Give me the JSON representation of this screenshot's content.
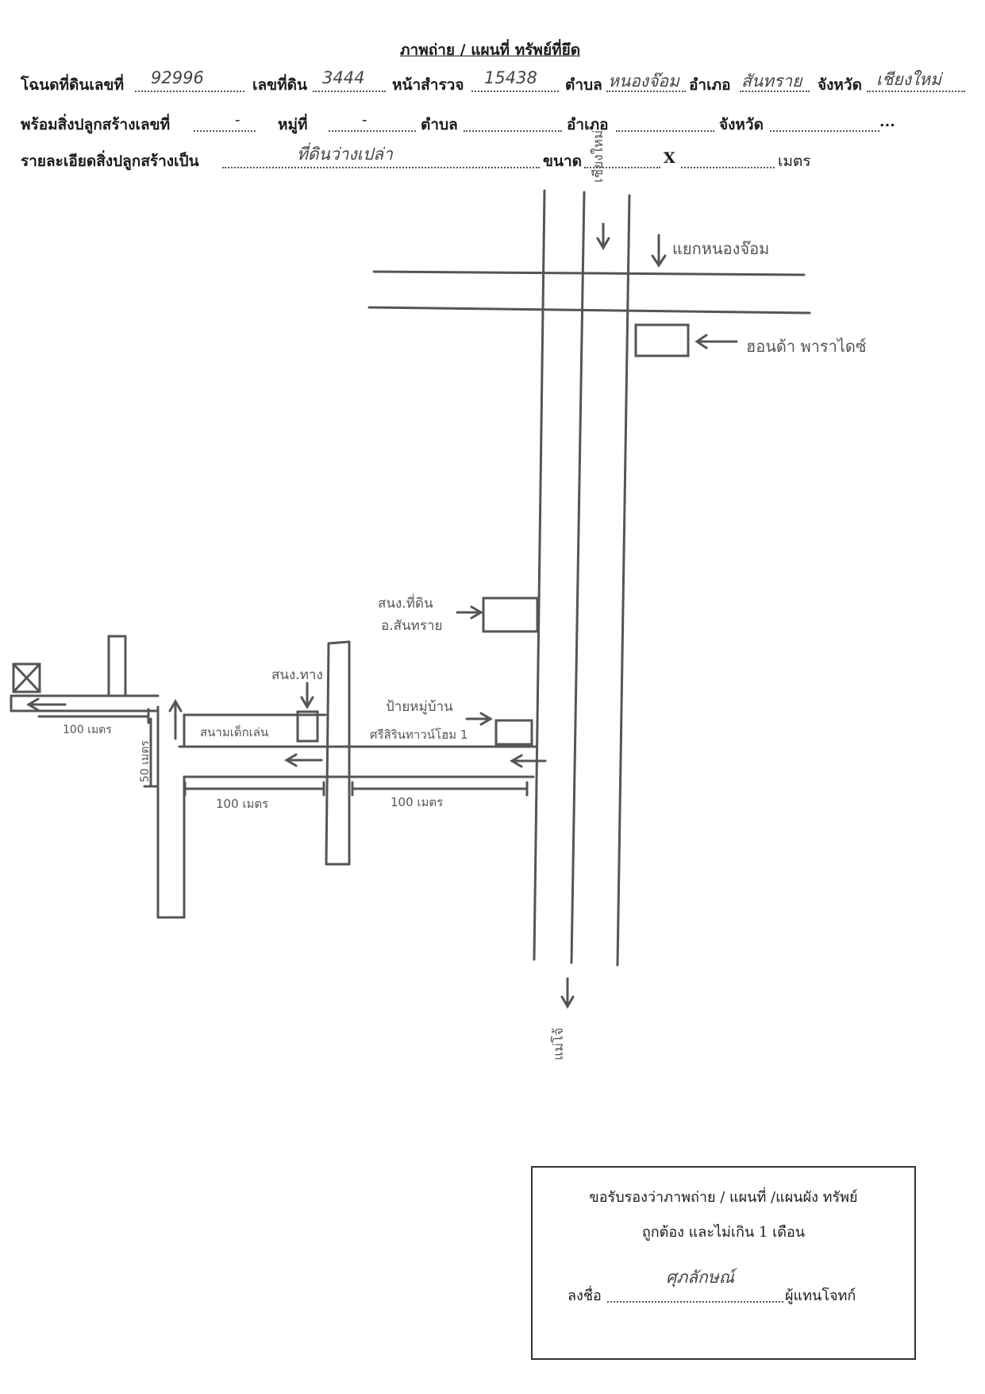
{
  "header": {
    "title": "ภาพถ่าย / แผนที่ ทรัพย์ที่ยึด",
    "row1": {
      "deed_label": "โฉนดที่ดินเลขที่",
      "deed_value": "92996",
      "land_no_label": "เลขที่ดิน",
      "land_no_value": "3444",
      "survey_label": "หน้าสำรวจ",
      "survey_value": "15438",
      "tambon_label": "ตำบล",
      "tambon_value": "หนองจ๊อม",
      "amphoe_label": "อำเภอ",
      "amphoe_value": "สันทราย",
      "province_label": "จังหวัด",
      "province_value": "เชียงใหม่"
    },
    "row2": {
      "building_label": "พร้อมสิ่งปลูกสร้างเลขที่",
      "building_value": "-",
      "moo_label": "หมู่ที่",
      "moo_value": "-",
      "tambon_label": "ตำบล",
      "amphoe_label": "อำเภอ",
      "province_label": "จังหวัด",
      "trailing": "..."
    },
    "row3": {
      "detail_label": "รายละเอียดสิ่งปลูกสร้างเป็น",
      "detail_value": "ที่ดินว่างเปล่า",
      "size_label": "ขนาด",
      "size_x": "X",
      "size_unit": "เมตร"
    }
  },
  "map": {
    "north_label": "เชียงใหม่",
    "south_label": "แม่โจ้",
    "junction_label": "แยกหนองจ๊อม",
    "store_label": "ฮอนด้า พาราไดซ์",
    "land_office_label_1": "สนง.ที่ดิน",
    "land_office_label_2": "อ.สันทราย",
    "sub_office_label": "สนง.ทาง",
    "village_sign_label_1": "ป้ายหมู่บ้าน",
    "village_sign_label_2": "ศรีสิรินทาวน์โฮม 1",
    "field_label": "สนามเด็กเล่น",
    "dist_100_left": "100 เมตร",
    "dist_100_mid": "100 เมตร",
    "dist_100_right": "100 เมตร",
    "dist_50": "50 เมตร"
  },
  "certification": {
    "line1": "ขอรับรองว่าภาพถ่าย / แผนที่ /แผนผัง ทรัพย์",
    "line2": "ถูกต้อง และไม่เกิน 1 เดือน",
    "sign_label": "ลงชื่อ",
    "sign_suffix": "ผู้แทนโจทก์",
    "signature": "ศุภลักษณ์"
  }
}
